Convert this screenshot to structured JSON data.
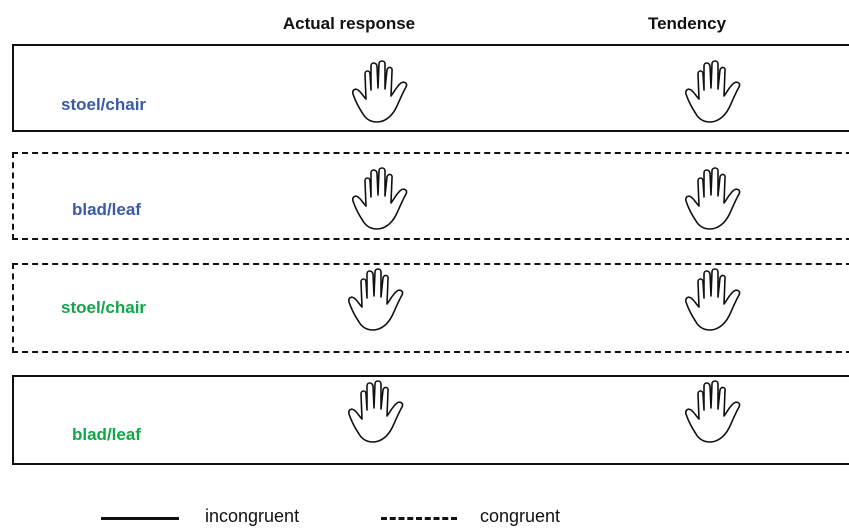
{
  "columns": {
    "actual": "Actual response",
    "tendency": "Tendency"
  },
  "rows": [
    {
      "label": "stoel/chair",
      "label_color": "#3a5aa8",
      "style": "solid"
    },
    {
      "label": "blad/leaf",
      "label_color": "#3a5aa8",
      "style": "dashed"
    },
    {
      "label": "stoel/chair",
      "label_color": "#12a64a",
      "style": "dashed"
    },
    {
      "label": "blad/leaf",
      "label_color": "#12a64a",
      "style": "solid"
    }
  ],
  "hands": {
    "icon": "open-hand-icon"
  },
  "legend": {
    "solid_label": "incongruent",
    "dashed_label": "congruent"
  }
}
